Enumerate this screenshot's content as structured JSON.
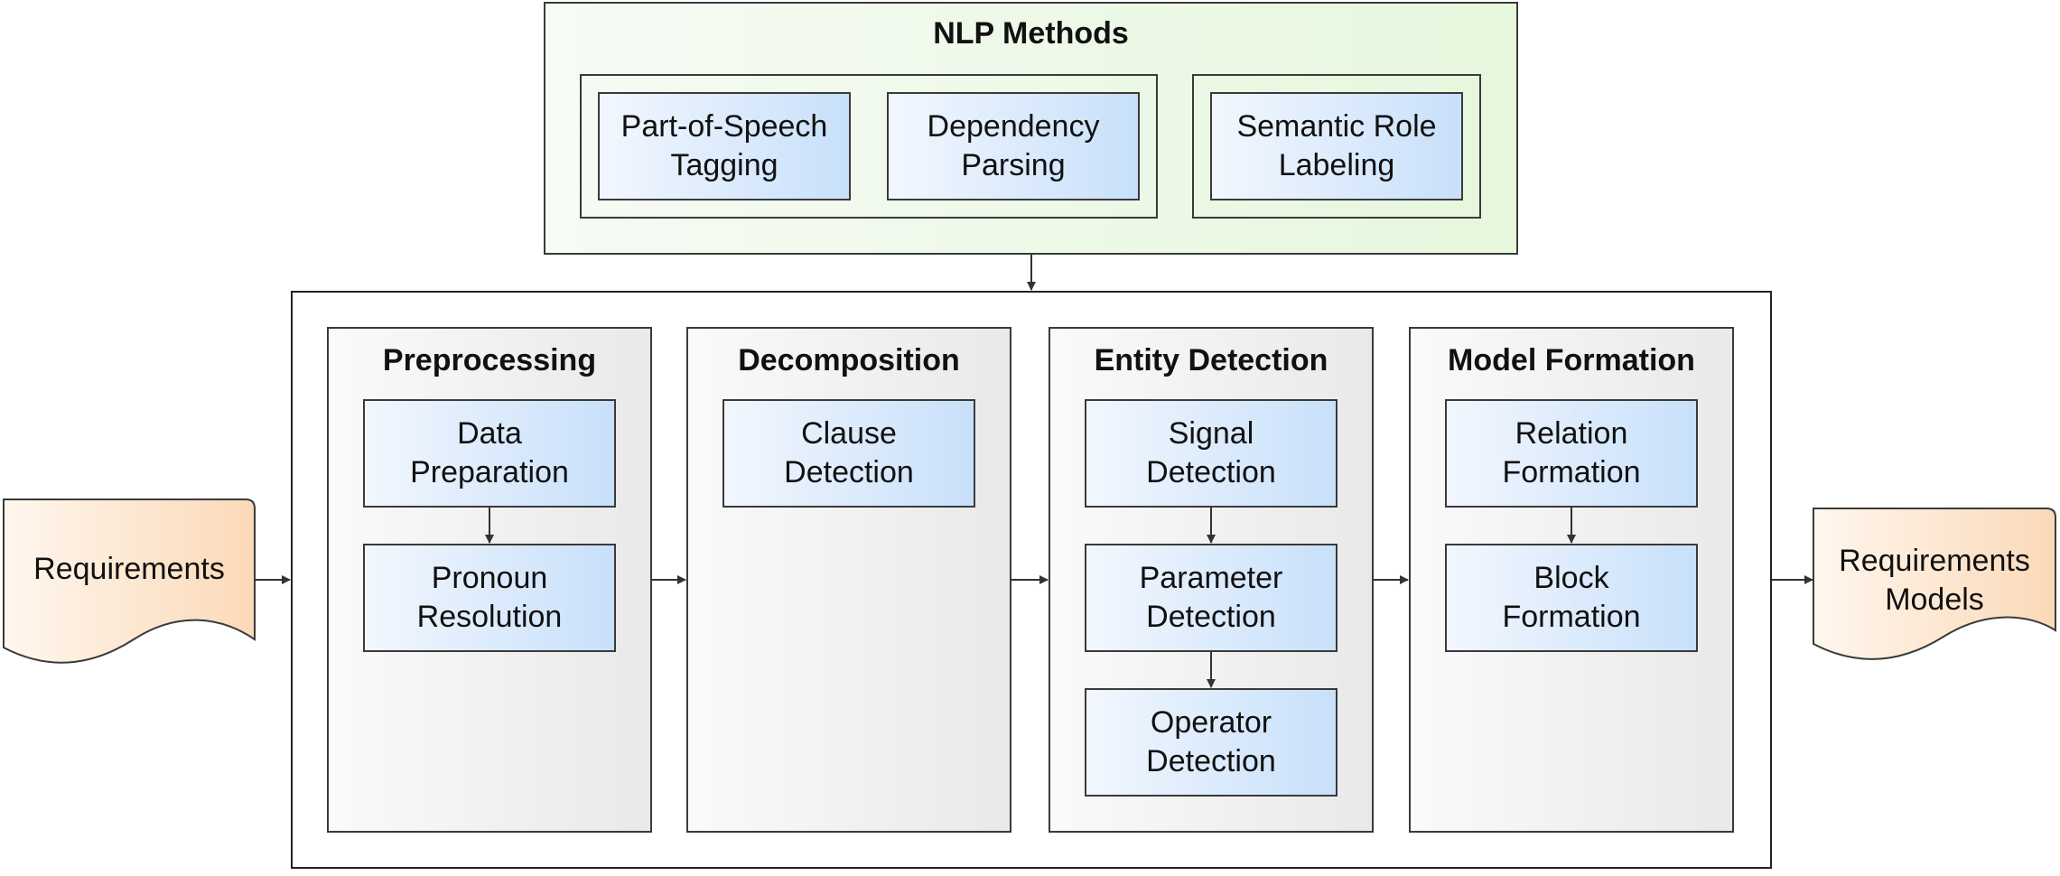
{
  "nlp_methods": {
    "title": "NLP Methods",
    "methods": [
      "Part-of-Speech\nTagging",
      "Dependency\nParsing",
      "Semantic Role\nLabeling"
    ]
  },
  "input_doc": {
    "label": "Requirements"
  },
  "output_doc": {
    "label": "Requirements\nModels"
  },
  "stages": [
    {
      "title": "Preprocessing",
      "steps": [
        "Data\nPreparation",
        "Pronoun\nResolution"
      ]
    },
    {
      "title": "Decomposition",
      "steps": [
        "Clause\nDetection"
      ]
    },
    {
      "title": "Entity Detection",
      "steps": [
        "Signal\nDetection",
        "Parameter\nDetection",
        "Operator\nDetection"
      ]
    },
    {
      "title": "Model Formation",
      "steps": [
        "Relation\nFormation",
        "Block\nFormation"
      ]
    }
  ],
  "colors": {
    "nlp_fill": "#e6f7dd",
    "step_fill": "#c8e0fa",
    "stage_fill": "#e9e9e9",
    "doc_fill": "#fbd9b8",
    "stroke": "#3a3a3a"
  }
}
